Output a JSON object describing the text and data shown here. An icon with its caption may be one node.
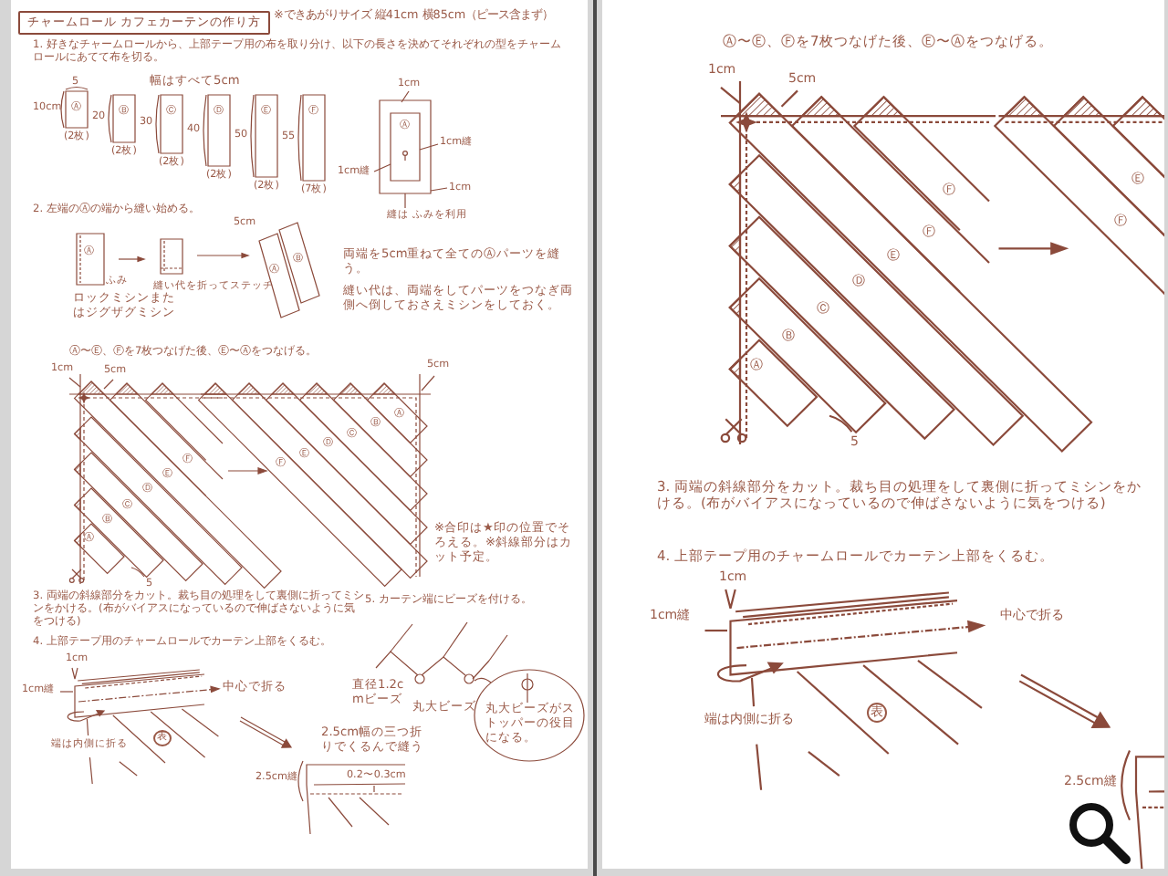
{
  "diagram": {
    "title": "チャームロール カフェカーテンの作り方",
    "labels": [
      "※できあがりサイズ 縦41cm 横85cm（ピース含まず）",
      "1. 好きなチャームロールから、上部テープ用の布を取り分け、以下の長さを決めてそれぞれの型をチャームロールにあてて布を切る。",
      "5",
      "幅はすべて5cm",
      "10cm",
      "20",
      "30",
      "40",
      "50",
      "55",
      "Ⓐ",
      "Ⓑ",
      "Ⓒ",
      "Ⓓ",
      "Ⓔ",
      "Ⓕ",
      "(2枚)",
      "(2枚)",
      "(2枚)",
      "(2枚)",
      "(2枚)",
      "(7枚)",
      "Ⓐ",
      "1cm",
      "1cm縫",
      "1cm縫",
      "1cm",
      "縫は ふみを利用",
      "2. 左端のⒶの端から縫い始める。",
      "Ⓐ",
      "ふみ",
      "ロックミシンまたはジグザグミシン",
      "縫い代を折ってステッチ",
      "5cm",
      "Ⓐ",
      "Ⓑ",
      "両端を5cm重ねて全てのⒶパーツを縫う。",
      "縫い代は、両端をしてパーツをつなぎ両側へ倒しておさえミシンをしておく。",
      "Ⓐ〜Ⓔ、Ⓕを7枚つなげた後、Ⓔ〜Ⓐをつなげる。",
      "1cm",
      "5cm",
      "5cm",
      "Ⓐ",
      "Ⓑ",
      "Ⓒ",
      "Ⓓ",
      "Ⓔ",
      "Ⓕ",
      "5",
      "Ⓕ",
      "Ⓔ",
      "Ⓓ",
      "Ⓒ",
      "Ⓑ",
      "Ⓐ",
      "※合印は★印の位置でそろえる。※斜線部分はカット予定。",
      "3. 両端の斜線部分をカット。裁ち目の処理をして裏側に折ってミシンをかける。(布がバイアスになっているので伸ばさないように気をつける)",
      "4. 上部テープ用のチャームロールでカーテン上部をくるむ。",
      "1cm",
      "1cm縫",
      "中心で折る",
      "端は内側に折る",
      "表",
      "2.5cm幅の三つ折りでくるんで縫う",
      "2.5cm縫",
      "0.2〜0.3cm",
      "5. カーテン端にビーズを付ける。",
      "直径1.2cmビーズ",
      "丸大ビーズ",
      "丸大ビーズがストッパーの役目になる。",
      "Ⓐ〜Ⓔ、Ⓕを7枚つなげた後、Ⓔ〜Ⓐをつなげる。",
      "1cm",
      "5cm",
      "Ⓐ",
      "Ⓑ",
      "Ⓒ",
      "Ⓓ",
      "Ⓔ",
      "Ⓕ",
      "Ⓕ",
      "Ⓕ",
      "Ⓔ",
      "5",
      "3. 両端の斜線部分をカット。裁ち目の処理をして裏側に折ってミシンをかける。(布がバイアスになっているので伸ばさないように気をつける)",
      "4. 上部テープ用のチャームロールでカーテン上部をくるむ。",
      "1cm",
      "1cm縫",
      "中心で折る",
      "端は内側に折る",
      "表",
      "2.5cm縫"
    ]
  }
}
